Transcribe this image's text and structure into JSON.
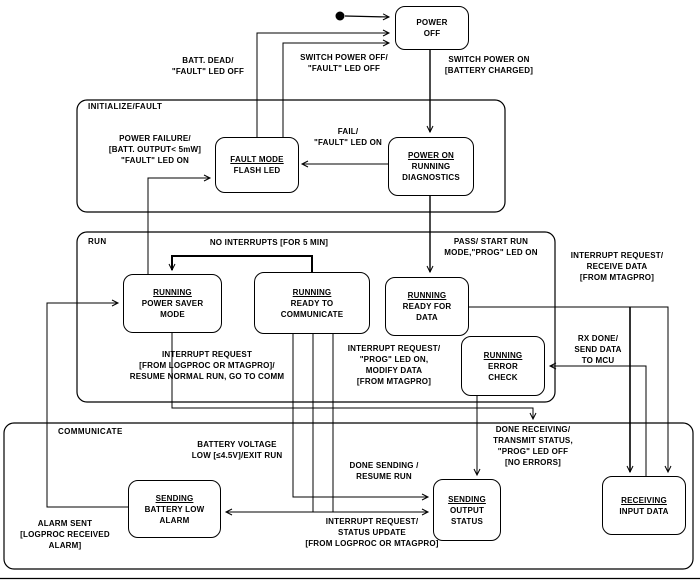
{
  "diagram": {
    "type": "state-machine",
    "background": "#ffffff",
    "line_color": "#000000",
    "text_color": "#000000",
    "initial_transition_to": "POWER OFF"
  },
  "regions": [
    {
      "id": "initialize-fault",
      "label": "INITIALIZE/FAULT"
    },
    {
      "id": "run",
      "label": "RUN"
    },
    {
      "id": "communicate",
      "label": "COMMUNICATE"
    }
  ],
  "states": [
    {
      "id": "power-off",
      "subtitle": [
        "POWER",
        "OFF"
      ]
    },
    {
      "id": "fault-mode",
      "title": "FAULT MODE",
      "subtitle": [
        "FLASH LED"
      ]
    },
    {
      "id": "power-on",
      "title": "POWER ON",
      "subtitle": [
        "RUNNING",
        "DIAGNOSTICS"
      ]
    },
    {
      "id": "running-power-saver",
      "title": "RUNNING",
      "subtitle": [
        "POWER SAVER",
        "MODE"
      ]
    },
    {
      "id": "running-ready-to-communicate",
      "title": "RUNNING",
      "subtitle": [
        "READY TO",
        "COMMUNICATE"
      ]
    },
    {
      "id": "running-ready-for-data",
      "title": "RUNNING",
      "subtitle": [
        "READY FOR",
        "DATA"
      ]
    },
    {
      "id": "running-error-check",
      "title": "RUNNING",
      "subtitle": [
        "ERROR",
        "CHECK"
      ]
    },
    {
      "id": "sending-battery-low-alarm",
      "title": "SENDING",
      "subtitle": [
        "BATTERY LOW",
        "ALARM"
      ]
    },
    {
      "id": "sending-output-status",
      "title": "SENDING",
      "subtitle": [
        "OUTPUT",
        "STATUS"
      ]
    },
    {
      "id": "receiving-input-data",
      "title": "RECEIVING",
      "subtitle": [
        "INPUT DATA"
      ]
    }
  ],
  "transitions": {
    "batt_dead": {
      "from": "FAULT MODE",
      "to": "POWER OFF",
      "label": [
        "BATT. DEAD/",
        "\"FAULT\" LED OFF"
      ]
    },
    "switch_power_off": {
      "from": "FAULT MODE",
      "to": "POWER OFF",
      "label": [
        "SWITCH POWER OFF/",
        "\"FAULT\" LED OFF"
      ]
    },
    "switch_power_on": {
      "from": "POWER OFF",
      "to": "POWER ON",
      "label": [
        "SWITCH POWER ON",
        "[BATTERY CHARGED]"
      ]
    },
    "fail": {
      "from": "POWER ON",
      "to": "FAULT MODE",
      "label": [
        "FAIL/",
        "\"FAULT\" LED ON"
      ]
    },
    "power_failure": {
      "from": "RUNNING POWER SAVER MODE",
      "to": "FAULT MODE",
      "label": [
        "POWER FAILURE/",
        "[BATT. OUTPUT< 5mW]",
        "\"FAULT\" LED ON"
      ]
    },
    "no_interrupts": {
      "from": "RUNNING READY TO COMMUNICATE",
      "to": "RUNNING POWER SAVER MODE",
      "label": [
        "NO INTERRUPTS [FOR 5 MIN]"
      ]
    },
    "pass": {
      "from": "POWER ON",
      "to": "RUNNING READY FOR DATA",
      "label": [
        "PASS/ START RUN",
        "MODE,\"PROG\" LED ON"
      ]
    },
    "interrupt_receive": {
      "from": "RUNNING READY FOR DATA",
      "to": "RECEIVING INPUT DATA",
      "label": [
        "INTERRUPT REQUEST/",
        "RECEIVE DATA",
        "[FROM MTAGPRO]"
      ]
    },
    "rx_done": {
      "from": "RECEIVING INPUT DATA",
      "to": "RUNNING ERROR CHECK",
      "label": [
        "RX DONE/",
        "SEND DATA",
        "TO MCU"
      ]
    },
    "interrupt_resume": {
      "from": "RUNNING POWER SAVER MODE",
      "to": "COMMUNICATE",
      "label": [
        "INTERRUPT REQUEST",
        "[FROM LOGPROC OR MTAGPRO]/",
        "RESUME NORMAL RUN, GO TO COMM"
      ]
    },
    "interrupt_modify": {
      "from": "RUNNING READY TO COMMUNICATE",
      "to": "RECEIVING INPUT DATA",
      "label": [
        "INTERRUPT REQUEST/",
        "\"PROG\" LED ON,",
        "MODIFY DATA",
        "[FROM MTAGPRO]"
      ]
    },
    "battery_voltage_low": {
      "from": "RUNNING READY TO COMMUNICATE",
      "to": "SENDING BATTERY LOW ALARM",
      "label": [
        "BATTERY VOLTAGE",
        "LOW [≤4.5V]/EXIT RUN"
      ]
    },
    "done_receiving": {
      "from": "RUNNING ERROR CHECK",
      "to": "SENDING OUTPUT STATUS",
      "label": [
        "DONE RECEIVING/",
        "TRANSMIT STATUS,",
        "\"PROG\" LED OFF",
        "[NO ERRORS]"
      ]
    },
    "done_sending": {
      "from": "SENDING OUTPUT STATUS",
      "to": "RUNNING READY TO COMMUNICATE",
      "label": [
        "DONE SENDING /",
        "RESUME RUN"
      ]
    },
    "alarm_sent": {
      "from": "SENDING BATTERY LOW ALARM",
      "to": "RUNNING POWER SAVER MODE",
      "label": [
        "ALARM SENT",
        "[LOGPROC RECEIVED",
        "ALARM]"
      ]
    },
    "interrupt_status": {
      "from": "RUNNING READY TO COMMUNICATE",
      "to": "SENDING OUTPUT STATUS",
      "label": [
        "INTERRUPT REQUEST/",
        "STATUS UPDATE",
        "[FROM LOGPROC OR MTAGPRO]"
      ]
    }
  }
}
